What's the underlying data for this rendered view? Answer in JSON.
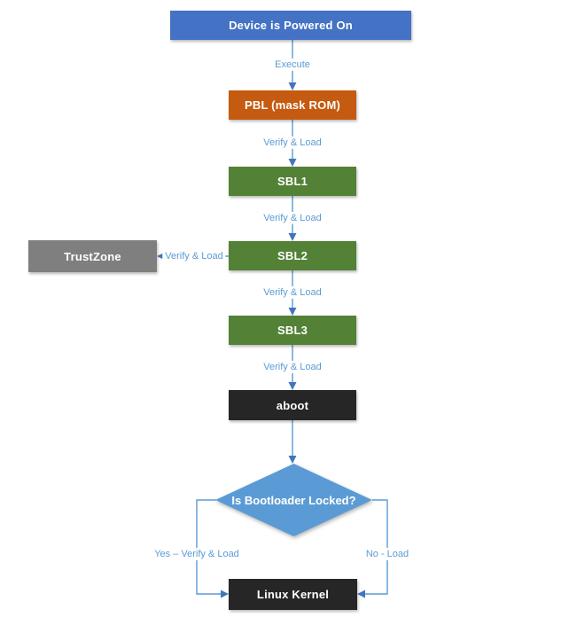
{
  "diagram_title": "Android/Qualcomm secure boot chain flowchart",
  "colors": {
    "box_blue": "#4472C4",
    "box_orange": "#C55A11",
    "box_green": "#538135",
    "box_gray": "#7F7F7F",
    "box_black": "#262626",
    "diamond_blue": "#5B9BD5",
    "connector_blue": "#5B9BD5",
    "arrowhead_blue": "#4176BC",
    "edge_label_blue": "#5B9BD5"
  },
  "nodes": {
    "device": {
      "label": "Device is Powered On"
    },
    "pbl": {
      "label": "PBL (mask ROM)"
    },
    "sbl1": {
      "label": "SBL1"
    },
    "sbl2": {
      "label": "SBL2"
    },
    "trustzone": {
      "label": "TrustZone"
    },
    "sbl3": {
      "label": "SBL3"
    },
    "aboot": {
      "label": "aboot"
    },
    "decision": {
      "label": "Is Bootloader Locked?"
    },
    "kernel": {
      "label": "Linux Kernel"
    }
  },
  "edges": {
    "execute": {
      "label": "Execute"
    },
    "pbl_to_sbl1": {
      "label": "Verify & Load"
    },
    "sbl1_to_sbl2": {
      "label": "Verify & Load"
    },
    "sbl2_to_trustzone": {
      "label": "Verify & Load"
    },
    "sbl2_to_sbl3": {
      "label": "Verify & Load"
    },
    "sbl3_to_aboot": {
      "label": "Verify & Load"
    },
    "yes_branch": {
      "label": "Yes – Verify & Load"
    },
    "no_branch": {
      "label": "No - Load"
    }
  }
}
